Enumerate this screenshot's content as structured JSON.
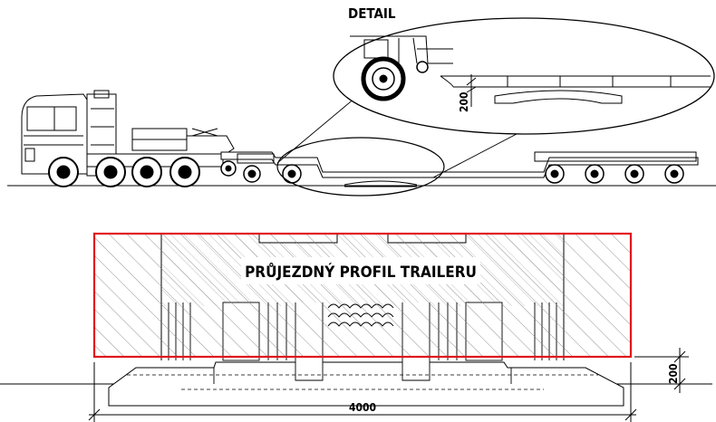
{
  "detail_label": "DETAIL",
  "dim_detail_height": "200",
  "profile_label": "PRŮJEZDNÝ PROFIL TRAILERU",
  "dim_width": "4000",
  "dim_right_height": "200",
  "colors": {
    "line": "#000000",
    "profile_outline": "#e0161b",
    "hatch": "#555555"
  }
}
